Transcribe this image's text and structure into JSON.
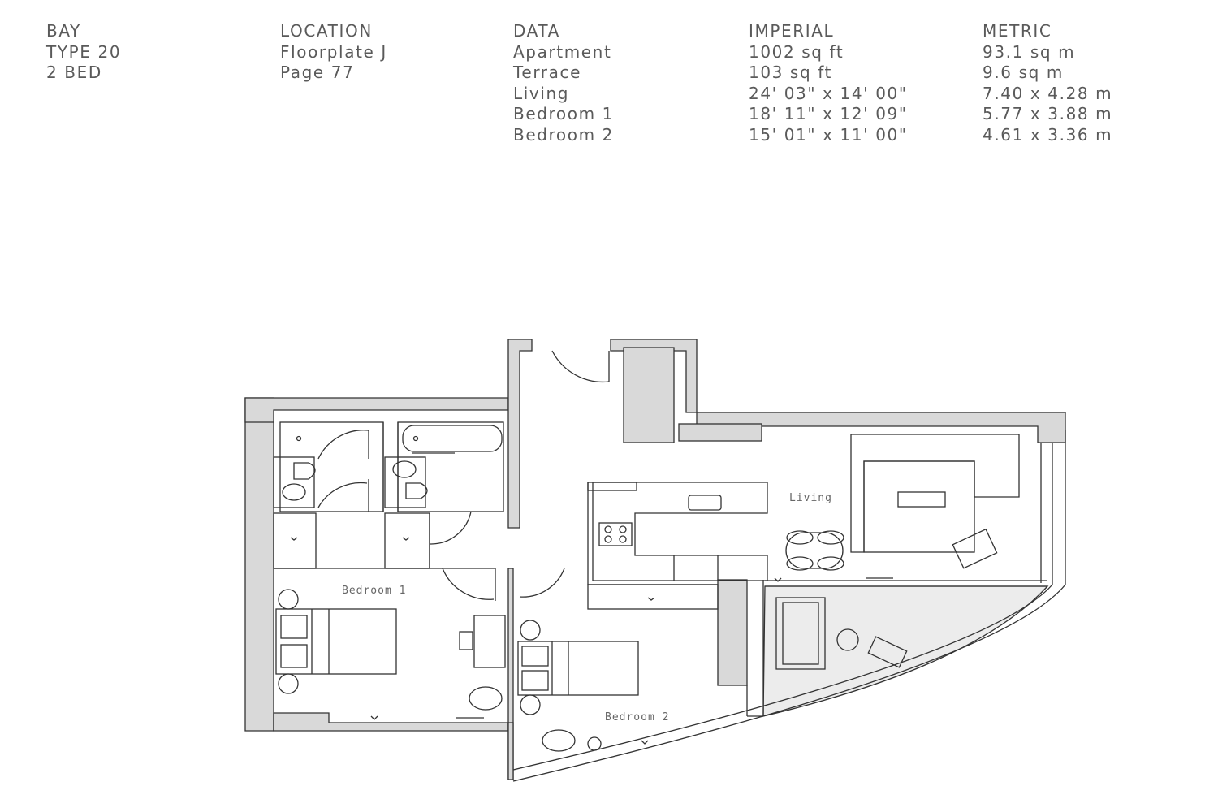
{
  "header": {
    "columns": [
      {
        "key": "type",
        "lines": [
          "BAY",
          "TYPE 20",
          "2 BED"
        ]
      },
      {
        "key": "location",
        "lines": [
          "LOCATION",
          "Floorplate J",
          "Page 77"
        ]
      },
      {
        "key": "data",
        "lines": [
          "DATA",
          "Apartment",
          "Terrace",
          "Living",
          "Bedroom 1",
          "Bedroom 2"
        ]
      },
      {
        "key": "imperial",
        "lines": [
          "IMPERIAL",
          "1002 sq ft",
          "103 sq ft",
          "24' 03\" x 14' 00\"",
          "18' 11\" x 12' 09\"",
          "15' 01\" x 11' 00\""
        ]
      },
      {
        "key": "metric",
        "lines": [
          "METRIC",
          "93.1 sq m",
          "9.6 sq m",
          "7.40 x 4.28 m",
          "5.77 x 3.88 m",
          "4.61 x 3.36 m"
        ]
      }
    ]
  },
  "plan": {
    "rooms": {
      "living": "Living",
      "bedroom1": "Bedroom 1",
      "bedroom2": "Bedroom 2"
    },
    "colors": {
      "wall": "#d9d9d9",
      "line": "#333333",
      "terrace": "#ececec"
    }
  }
}
